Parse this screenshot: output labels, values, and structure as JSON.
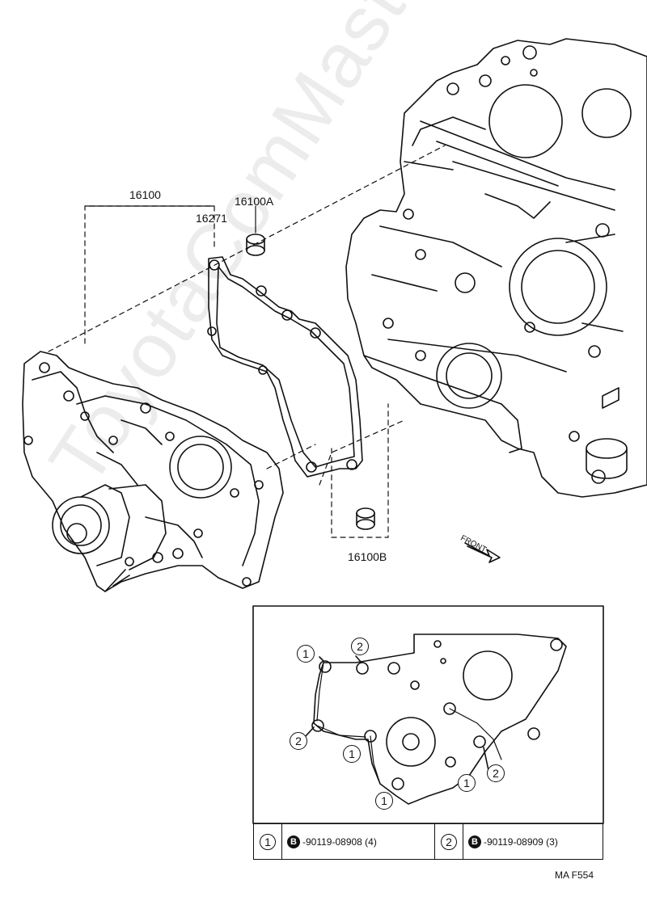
{
  "part_labels": {
    "p16100": "16100",
    "p16100a": "16100A",
    "p16271": "16271",
    "p16100b": "16100B",
    "front": "FRONT"
  },
  "watermark": "ToyotaComMaster.ru",
  "callouts": {
    "c1a": "1",
    "c2a": "2",
    "c2b": "2",
    "c1b": "1",
    "c1c": "1",
    "c2c": "2",
    "c1d": "1"
  },
  "legend": {
    "n1": "1",
    "b1": "B",
    "part1": "-90119-08908 (4)",
    "n2": "2",
    "b2": "B",
    "part2": "-90119-08909 (3)"
  },
  "figure_code": "MA F554"
}
